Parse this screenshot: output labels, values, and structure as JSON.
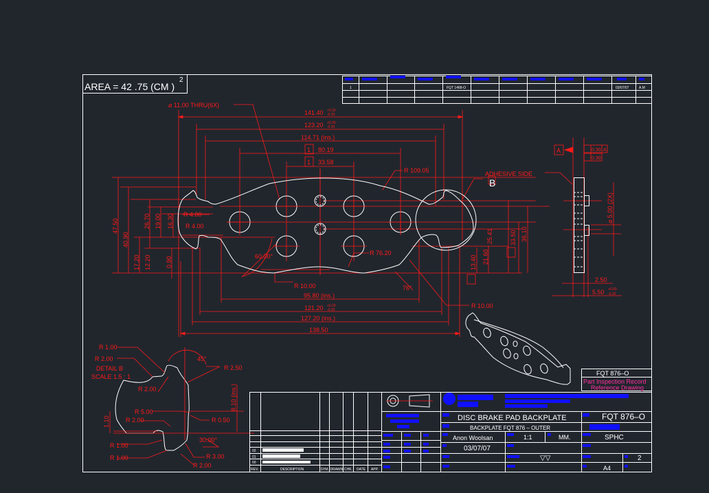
{
  "drawing": {
    "area_label": "AREA = 42    .75 (CM )",
    "area_exponent": "2",
    "colors": {
      "background": "#21262d",
      "geometry": "#ffffff",
      "dimension": "#ff1a1a",
      "title_text": "#1010ff",
      "note": "#ff2fa0"
    }
  },
  "main_view": {
    "hole_note": "⌀ 11.00  THRU(6X)",
    "dims_top": [
      "141.40",
      "123.20",
      "114.71  (ins.)",
      "80.19",
      "33.58"
    ],
    "datum_flag": "1",
    "tol_plus": "+0.20",
    "tol_minus": "-0.20",
    "radius_top": "R 109.05",
    "adhesive_note": "ADHESIVE SIDE",
    "detail_ref": "B",
    "left_radii": [
      "R 4.00",
      "R 4.00"
    ],
    "dims_left": [
      "47.50",
      "40.90",
      "26.70",
      "19.00",
      "16.30",
      "17.20",
      "12.20",
      "0.90"
    ],
    "angle": "60.00°",
    "radius_hole": "R 76.20",
    "radius_bottom": "R 10.00",
    "angle_right": "76°",
    "radius_right": "R 10.00",
    "dims_bottom": [
      "95.80  (ins.)",
      "121.20",
      "127.20  (ins.)",
      "138.50"
    ],
    "dims_right": [
      "21.60",
      "25.41",
      "33.50",
      "36.10",
      "13.40"
    ]
  },
  "side_view": {
    "datum": "A",
    "flatness": "0.30",
    "parallel": "0.30",
    "datum_ref": "A",
    "pin_dia": "⌀ 5.00 (2X)",
    "pin_height": "2.50",
    "thickness": "5.50",
    "thk_plus": "+0.00",
    "thk_minus": "-0.20"
  },
  "detail_b": {
    "title": "DETAIL B",
    "scale": "SCALE 1.5 : 1",
    "labels": [
      "R 1.00",
      "R 2.00",
      "45°",
      "R 2.50",
      "R 2.00",
      "8.10 (ins.)",
      "R 5.00",
      "R 2.00",
      "R 0.50",
      "1.10",
      "30.00°",
      "R 1.00",
      "R 1.00",
      "R 3.00",
      "R 2.00"
    ]
  },
  "reference_box": {
    "part_no": "FQT 876–O",
    "line1": "Part Inspection Record",
    "line2": "Reference Drawing"
  },
  "top_table": {
    "rev": "1",
    "ref_drawing": "FQT 1468-O",
    "date": "03/07/07",
    "approver": "A.M"
  },
  "revision_table": {
    "headers": [
      "REV.",
      "DESCRIPTION",
      "SYM.",
      "DRAWN",
      "CHK.",
      "DATE",
      "APP."
    ],
    "rows": [
      "02",
      "01",
      "00"
    ]
  },
  "title_block": {
    "title": "DISC BRAKE PAD BACKPLATE",
    "subtitle": "BACKPLATE FQT 876 – OUTER",
    "drawing_no": "FQT 876–O",
    "drawn_by": "Anon  Woolsan",
    "scale": "1:1",
    "units": "MM.",
    "material": "SPHC",
    "date": "03/07/07",
    "surface_finish": "▽▽",
    "sheet": "2",
    "size": "A4"
  }
}
